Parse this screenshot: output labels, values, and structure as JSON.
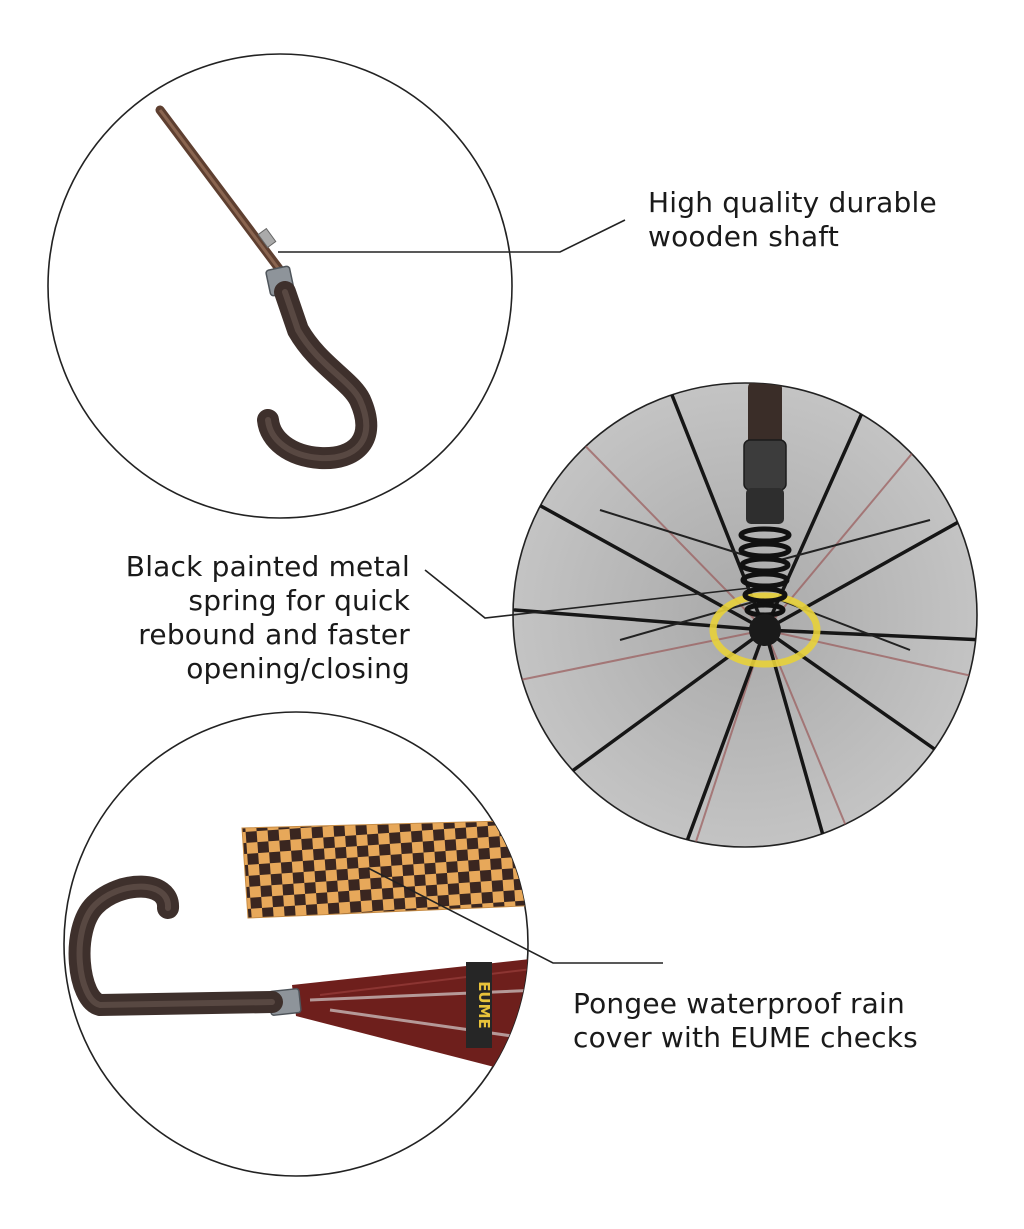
{
  "callouts": [
    {
      "lines": [
        "High quality durable",
        "wooden shaft"
      ]
    },
    {
      "lines": [
        "Black painted metal",
        "spring for quick",
        "rebound and faster",
        "opening/closing"
      ]
    },
    {
      "lines": [
        "Pongee waterproof rain",
        "cover with EUME checks"
      ]
    }
  ],
  "brand_band_text": "EUME",
  "colors": {
    "shaft": "#6b4a3a",
    "handle": "#4a3a35",
    "canopy_inner": "#b8b8b8",
    "rib": "#1c1c1c",
    "canopy_closed": "#6e1f1c",
    "check_orange": "#e7a85a",
    "check_dark": "#3a2620",
    "yellow_accent": "#e8d23a"
  }
}
